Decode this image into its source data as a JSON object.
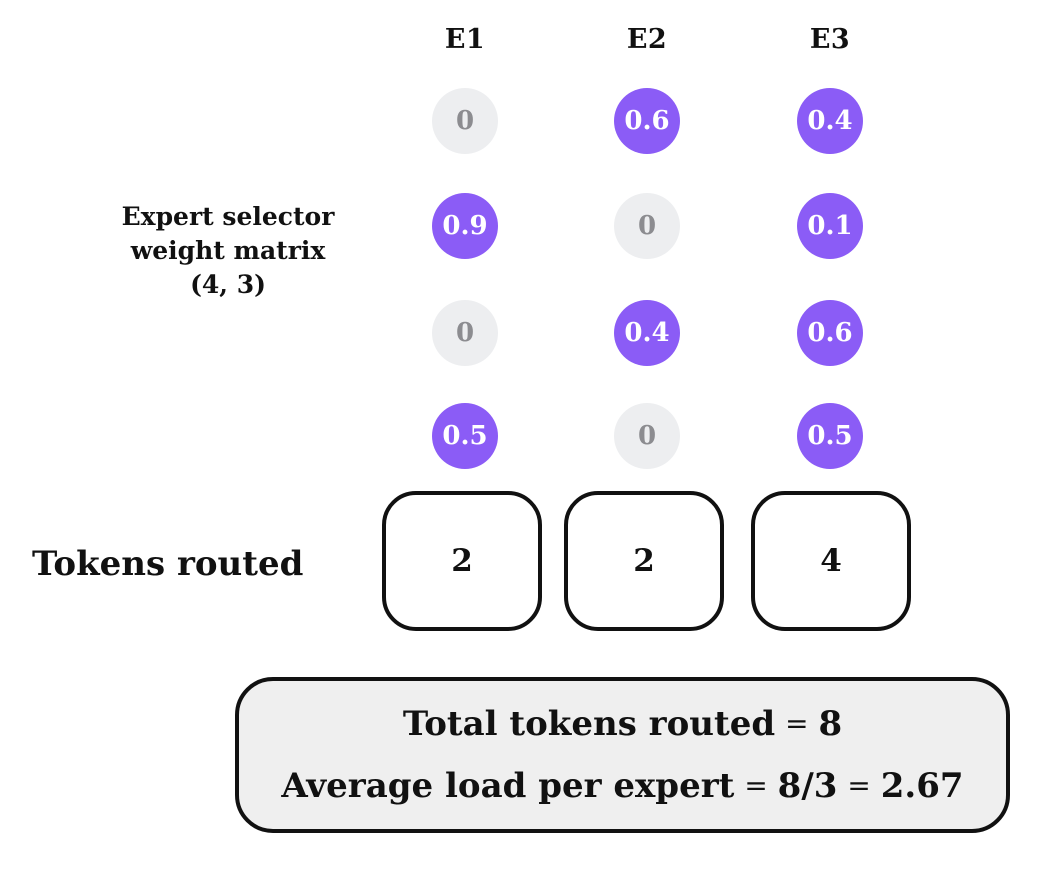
{
  "diagram": {
    "columns": [
      "E1",
      "E2",
      "E3"
    ],
    "matrix_label": {
      "line1": "Expert selector",
      "line2": "weight matrix",
      "line3": "(4, 3)"
    },
    "weights": [
      [
        "0",
        "0.6",
        "0.4"
      ],
      [
        "0.9",
        "0",
        "0.1"
      ],
      [
        "0",
        "0.4",
        "0.6"
      ],
      [
        "0.5",
        "0",
        "0.5"
      ]
    ],
    "tokens_label": "Tokens routed",
    "tokens_routed": [
      "2",
      "2",
      "4"
    ],
    "summary": {
      "line1": {
        "label": "Total tokens routed",
        "eq": "=",
        "value": "8"
      },
      "line2": {
        "label": "Average load per expert",
        "eq1": "=",
        "value1": "8/3",
        "eq2": "=",
        "value2": "2.67"
      }
    },
    "colors": {
      "active": "#8B5CF6",
      "inactive": "#EDEEF0",
      "inactive_text": "#8C8C90",
      "line": "#111111",
      "summary_bg": "#EFEFEF"
    }
  }
}
